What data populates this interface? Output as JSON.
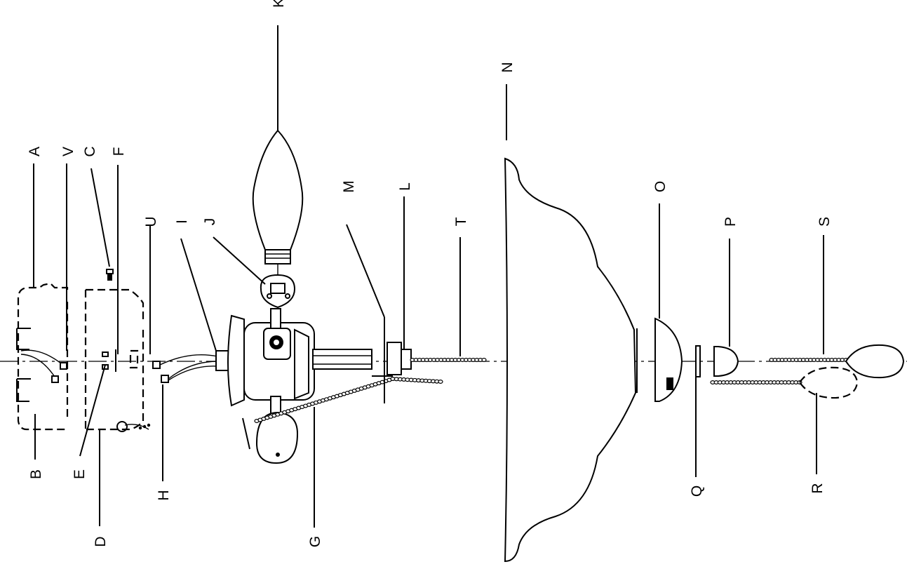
{
  "labels": {
    "A": "A",
    "V": "V",
    "C": "C",
    "F": "F",
    "U": "U",
    "I": "I",
    "J": "J",
    "K": "K",
    "M": "M",
    "L": "L",
    "T": "T",
    "N": "N",
    "O": "O",
    "P": "P",
    "S": "S",
    "B": "B",
    "E": "E",
    "D": "D",
    "H": "H",
    "G": "G",
    "Q": "Q",
    "R": "R"
  }
}
